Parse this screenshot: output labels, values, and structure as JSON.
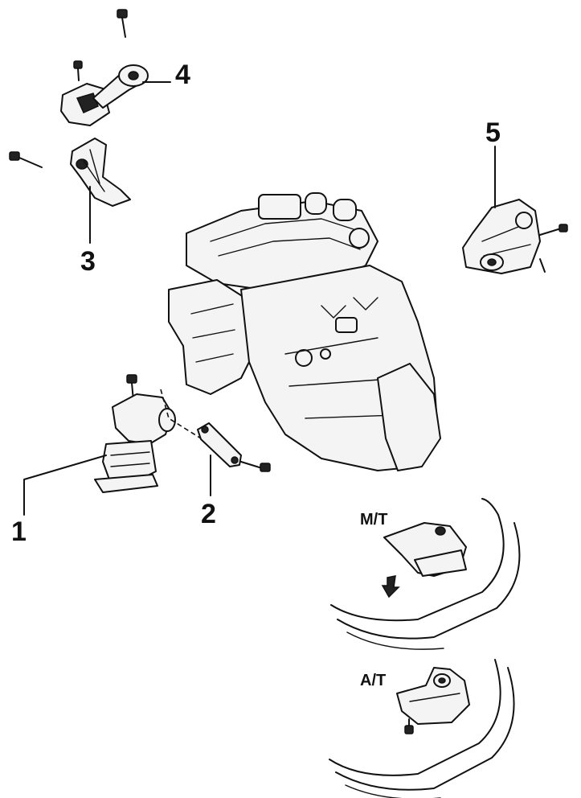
{
  "callouts": {
    "c1": "1",
    "c2": "2",
    "c3": "3",
    "c4": "4",
    "c5": "5"
  },
  "variants": {
    "manual": "M/T",
    "automatic": "A/T"
  }
}
